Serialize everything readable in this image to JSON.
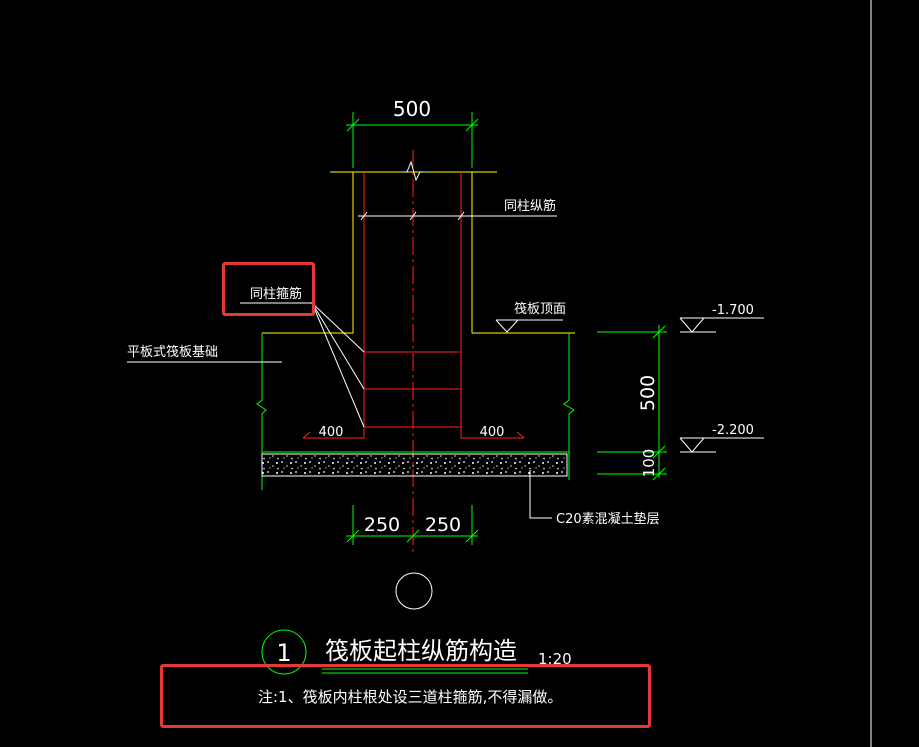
{
  "drawing": {
    "dim_top": "500",
    "dim_bottom_left": "250",
    "dim_bottom_right": "250",
    "dim_right_main": "500",
    "dim_right_pad": "100",
    "hook_left": "400",
    "hook_right": "400",
    "label_column_long_bar": "同柱纵筋",
    "label_column_stirrup": "同柱箍筋",
    "label_raft_top": "筏板顶面",
    "label_raft_foundation": "平板式筏板基础",
    "label_pad": "C20素混凝土垫层",
    "elev_top": "-1.700",
    "elev_bottom": "-2.200"
  },
  "title": {
    "number": "1",
    "text": "筏板起柱纵筋构造",
    "scale": "1:20"
  },
  "note": {
    "text": "注:1、筏板内柱根处设三道柱箍筋,不得漏做。"
  },
  "colors": {
    "background": "#000000",
    "dimension": "#00ff00",
    "rebar": "#ff2020",
    "outline": "#ffff00",
    "text": "#ffffff",
    "highlight": "#e53935"
  }
}
